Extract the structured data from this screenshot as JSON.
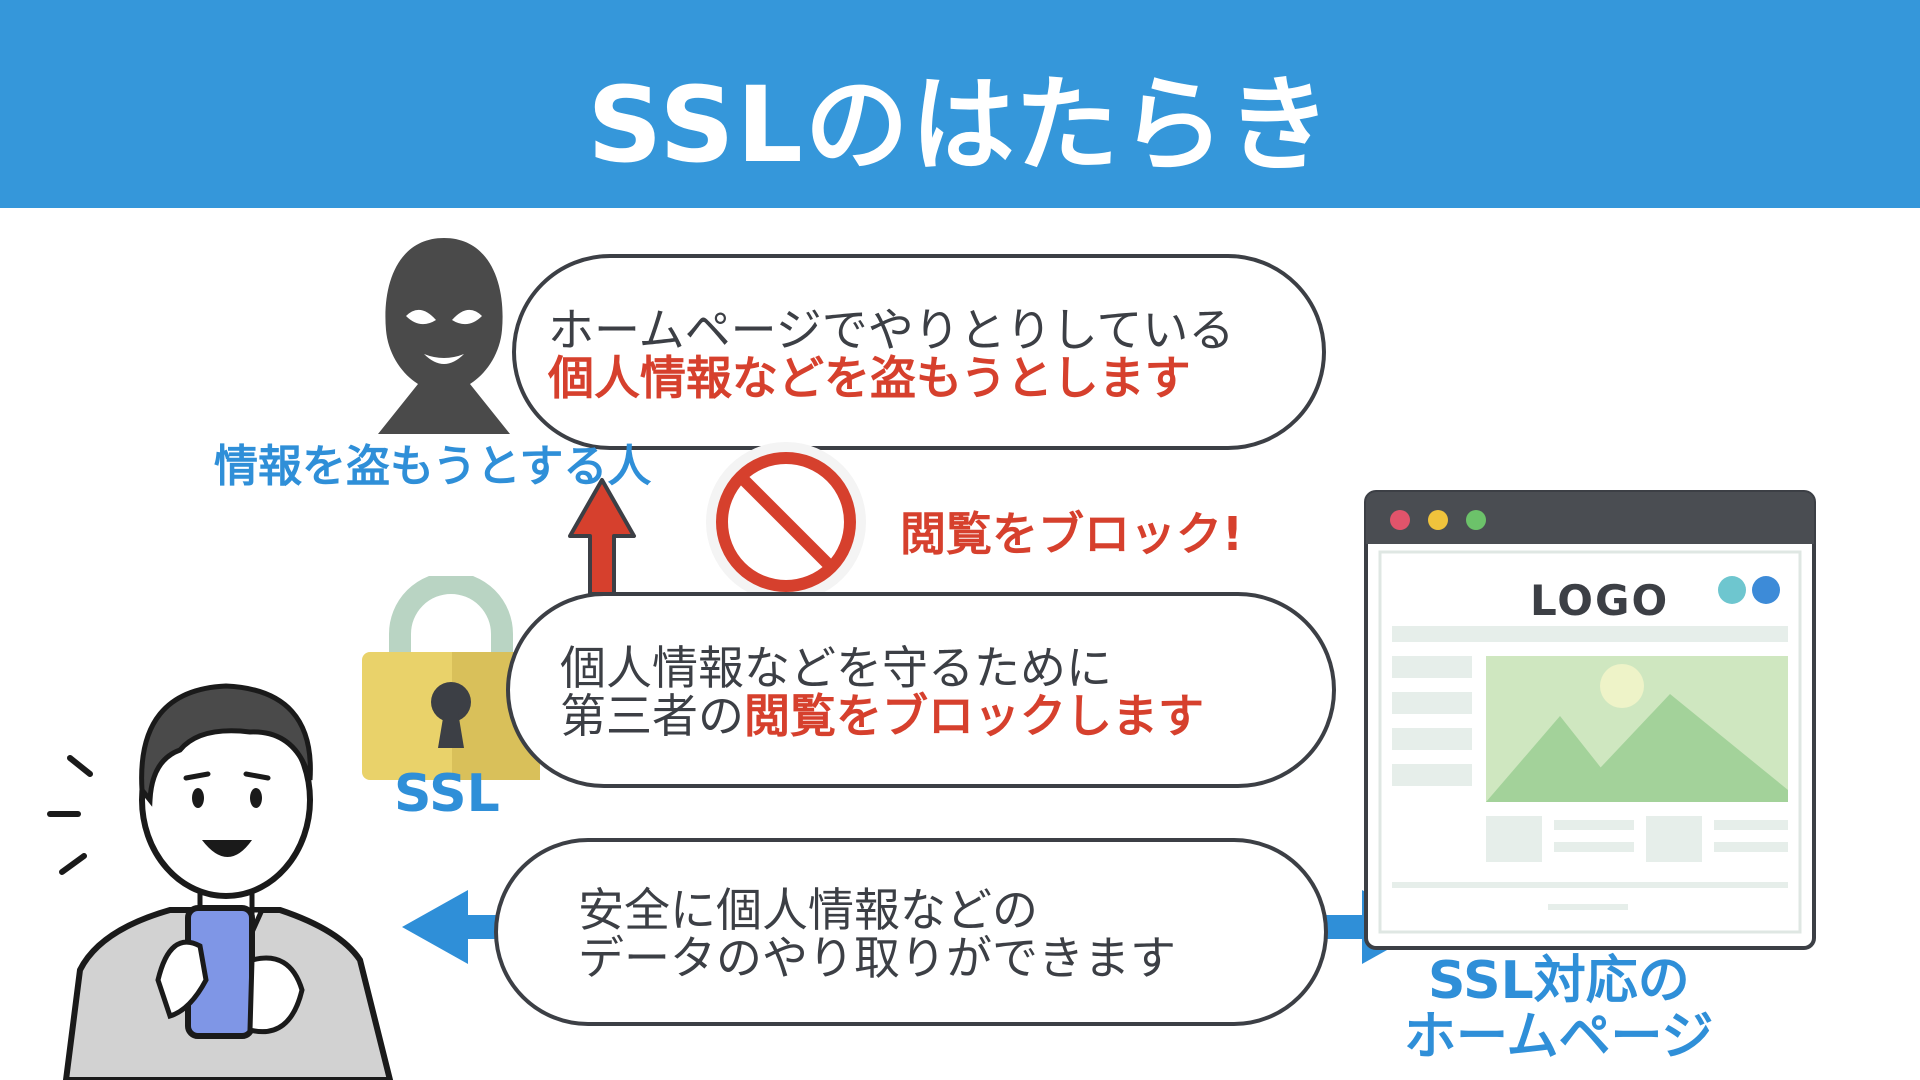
{
  "header": {
    "title": "SSLのはたらき"
  },
  "colors": {
    "header_bg": "#3597da",
    "accent_blue": "#2f8fd8",
    "accent_red": "#d6402d",
    "outline": "#3c3f45"
  },
  "thief": {
    "label": "情報を盗もうとする人",
    "bubble_line1": "ホームページでやりとりしている",
    "bubble_line2": "個人情報などを盗もうとします"
  },
  "block": {
    "label": "閲覧をブロック!"
  },
  "ssl": {
    "label": "SSL",
    "bubble_line1": "個人情報などを守るために",
    "bubble_line2_plain": "第三者の",
    "bubble_line2_red": "閲覧をブロックします"
  },
  "exchange": {
    "bubble_line1": "安全に個人情報などの",
    "bubble_line2": "データのやり取りができます"
  },
  "website": {
    "logo_text": "LOGO",
    "label_line1": "SSL対応の",
    "label_line2": "ホームページ"
  },
  "icons": [
    "thief-icon",
    "prohibited-icon",
    "padlock-icon",
    "user-with-phone-icon",
    "browser-window-icon",
    "up-arrow-icon",
    "double-arrow-icon"
  ]
}
